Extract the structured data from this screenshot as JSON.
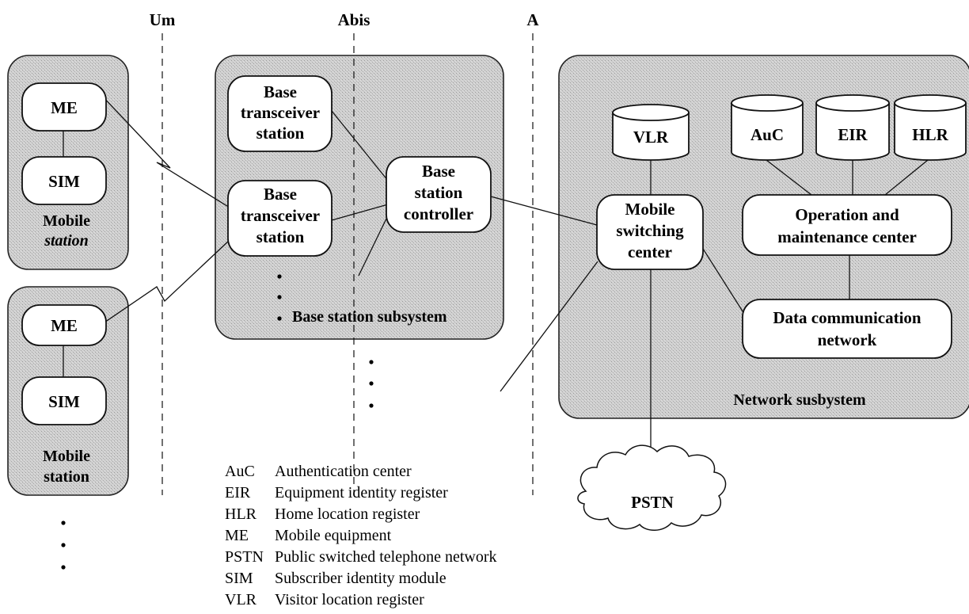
{
  "interfaces": {
    "um": "Um",
    "abis": "Abis",
    "a": "A"
  },
  "mobile_stations": [
    {
      "me": "ME",
      "sim": "SIM",
      "label_line1": "Mobile",
      "label_line2": "station"
    },
    {
      "me": "ME",
      "sim": "SIM",
      "label_line1": "Mobile",
      "label_line2": "station"
    }
  ],
  "bss": {
    "bts1": [
      "Base",
      "transceiver",
      "station"
    ],
    "bts2": [
      "Base",
      "transceiver",
      "station"
    ],
    "bsc": [
      "Base",
      "station",
      "controller"
    ],
    "label": "Base station subsystem"
  },
  "nss": {
    "vlr": "VLR",
    "auc": "AuC",
    "eir": "EIR",
    "hlr": "HLR",
    "msc": [
      "Mobile",
      "switching",
      "center"
    ],
    "omc": [
      "Operation and",
      "maintenance center"
    ],
    "dcn": [
      "Data communication",
      "network"
    ],
    "label": "Network susbystem"
  },
  "pstn": "PSTN",
  "legend": [
    {
      "abbr": "AuC",
      "desc": "Authentication center"
    },
    {
      "abbr": "EIR",
      "desc": "Equipment identity register"
    },
    {
      "abbr": "HLR",
      "desc": "Home location register"
    },
    {
      "abbr": "ME",
      "desc": "Mobile equipment"
    },
    {
      "abbr": "PSTN",
      "desc": "Public switched telephone network"
    },
    {
      "abbr": "SIM",
      "desc": "Subscriber identity module"
    },
    {
      "abbr": "VLR",
      "desc": "Visitor location register"
    }
  ]
}
